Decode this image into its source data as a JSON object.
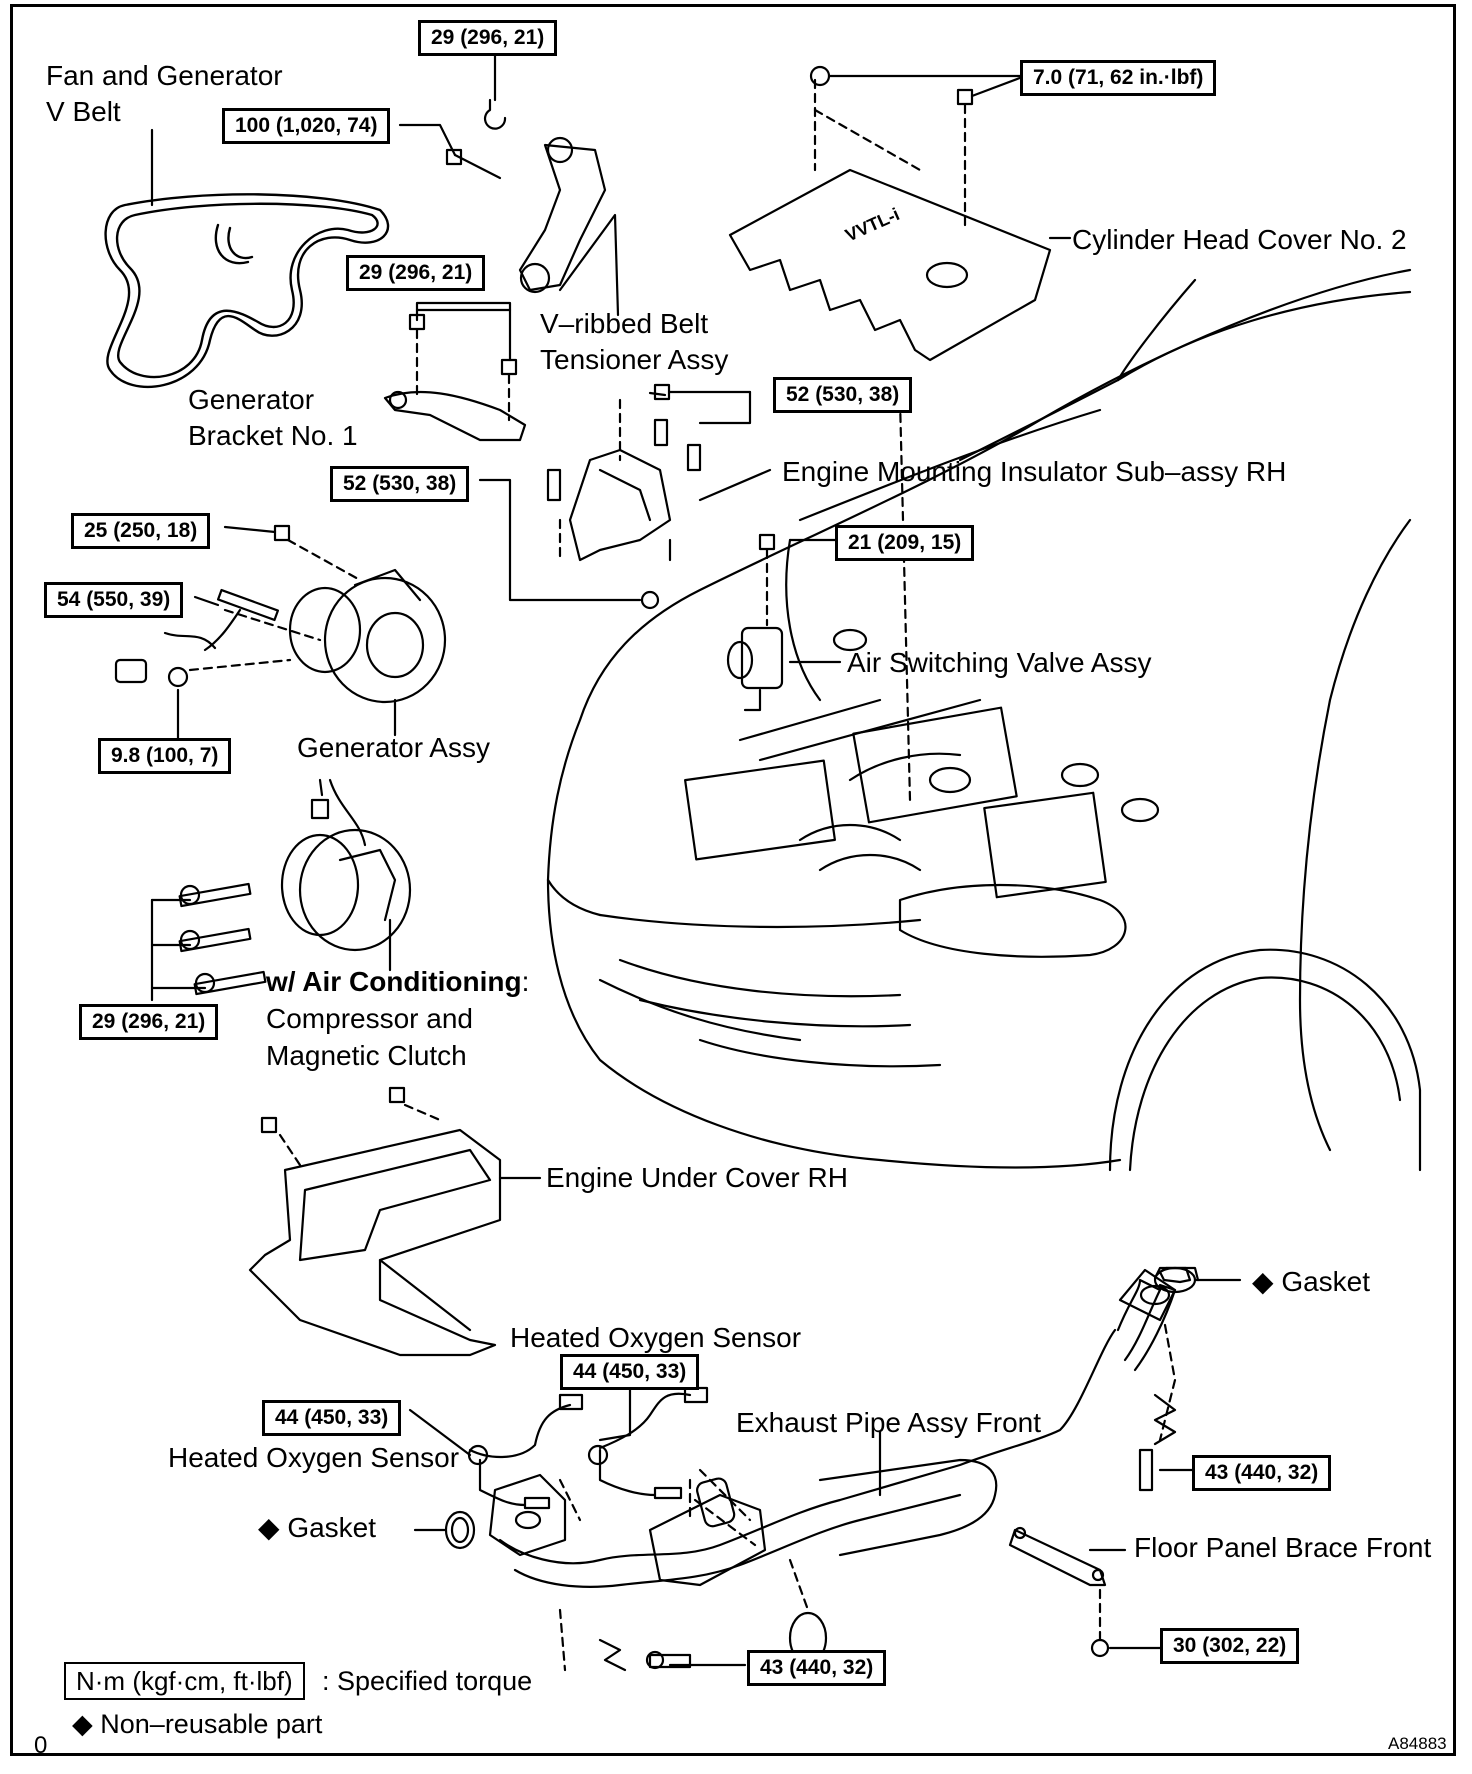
{
  "torque_specs": {
    "t29_top": "29 (296, 21)",
    "t100": "100 (1,020, 74)",
    "t7": "7.0 (71, 62 in.·lbf)",
    "t29_bracket": "29 (296, 21)",
    "t52_right": "52 (530, 38)",
    "t52_left": "52 (530, 38)",
    "t25": "25 (250, 18)",
    "t21": "21 (209, 15)",
    "t54": "54 (550, 39)",
    "t9_8": "9.8 (100, 7)",
    "t29_comp": "29 (296, 21)",
    "t44_left": "44 (450, 33)",
    "t44_right": "44 (450, 33)",
    "t43_right": "43 (440, 32)",
    "t43_bottom": "43 (440, 32)",
    "t30": "30 (302, 22)"
  },
  "labels": {
    "fan_belt_1": "Fan and Generator",
    "fan_belt_2": "V Belt",
    "cyl_cover": "Cylinder Head Cover No. 2",
    "tensioner_1": "V–ribbed Belt",
    "tensioner_2": "Tensioner Assy",
    "gen_bracket_1": "Generator",
    "gen_bracket_2": "Bracket No. 1",
    "mount_insulator": "Engine Mounting Insulator Sub–assy RH",
    "air_valve": "Air Switching Valve Assy",
    "generator": "Generator Assy",
    "ac_prefix": "w/ Air Conditioning",
    "ac_colon": ":",
    "compressor_1": "Compressor and",
    "compressor_2": "Magnetic Clutch",
    "under_cover": "Engine Under Cover RH",
    "gasket_top": "◆ Gasket",
    "ho2_top": "Heated Oxygen Sensor",
    "exhaust": "Exhaust Pipe Assy Front",
    "ho2_left": "Heated Oxygen Sensor",
    "gasket_left": "◆ Gasket",
    "floor_brace": "Floor Panel Brace Front"
  },
  "cover_text": "VVTL-i",
  "legend": {
    "unit": "N·m (kgf·cm, ft·lbf)",
    "unit_desc": ": Specified torque",
    "nonreusable": "◆ Non–reusable part"
  },
  "corner_mark": "0",
  "figure_id": "A84883"
}
